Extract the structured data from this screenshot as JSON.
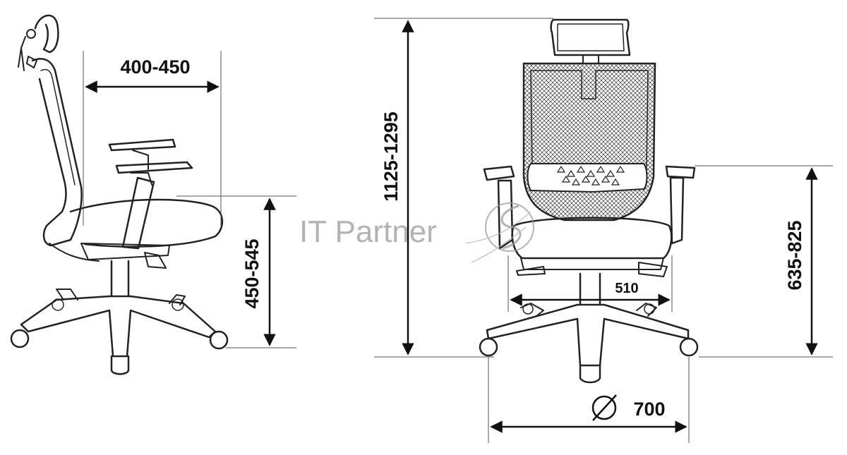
{
  "side_view": {
    "seat_depth_label": "400-450",
    "seat_height_label": "450-545"
  },
  "front_view": {
    "total_height_label": "1125-1295",
    "armrest_height_label": "635-825",
    "seat_width_label": "510",
    "base_diameter_symbol": "∅",
    "base_diameter_label": "700"
  },
  "watermark": {
    "text": "IT Partner"
  },
  "colors": {
    "line": "#222222",
    "watermark": "#9a9a9a",
    "background": "#ffffff"
  }
}
